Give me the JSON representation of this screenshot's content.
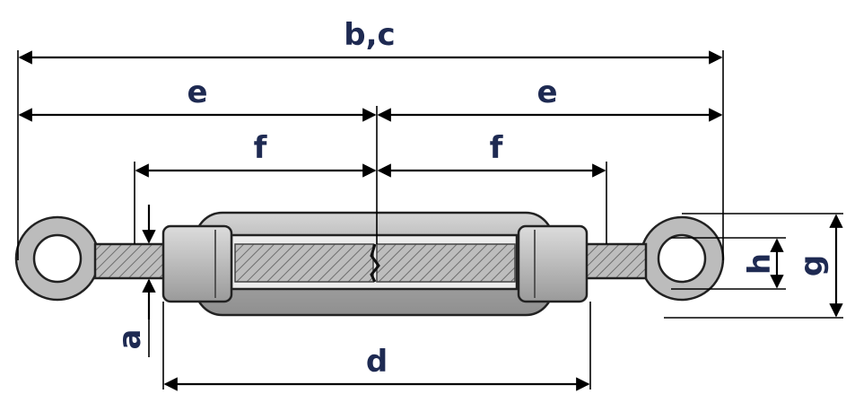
{
  "labels": {
    "bc": "b,c",
    "e_left": "e",
    "e_right": "e",
    "f_left": "f",
    "f_right": "f",
    "d": "d",
    "a": "a",
    "h": "h",
    "g": "g"
  },
  "colors": {
    "label_text": "#1e2a52",
    "metal_light": "#c8c8c8",
    "metal_body": "#b4b4b4",
    "metal_dark": "#8c8c8c",
    "outline": "#222222"
  }
}
